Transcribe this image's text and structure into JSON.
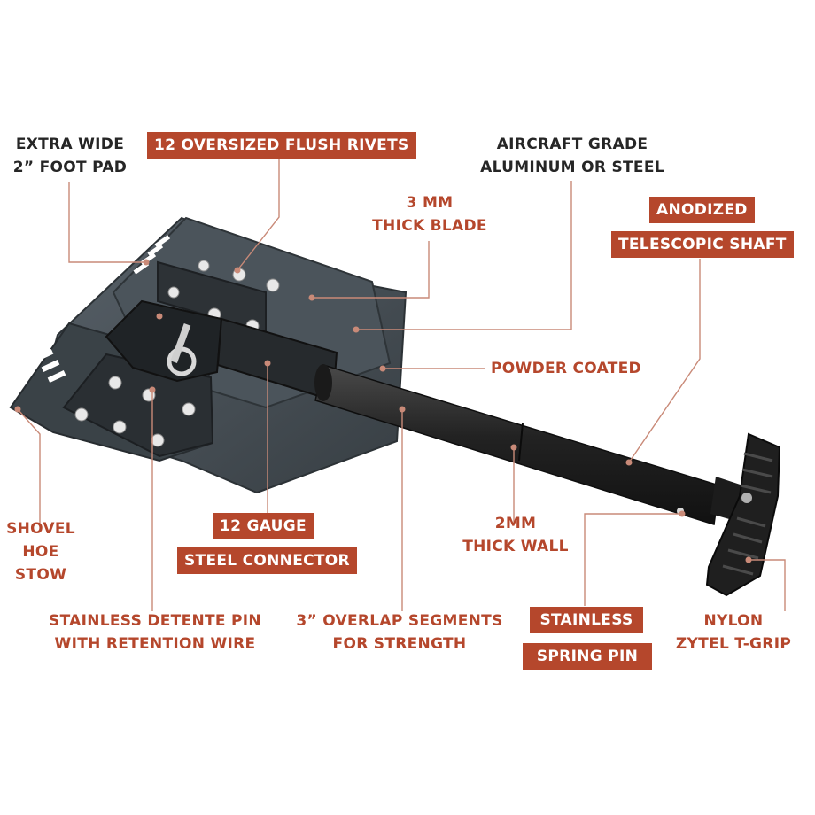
{
  "labels": {
    "extra_wide": [
      "EXTRA WIDE",
      "2” FOOT PAD"
    ],
    "rivets": "12 OVERSIZED FLUSH RIVETS",
    "aircraft": [
      "AIRCRAFT GRADE",
      "ALUMINUM OR STEEL"
    ],
    "blade": [
      "3 MM",
      "THICK BLADE"
    ],
    "anodized": "ANODIZED",
    "telescopic": "TELESCOPIC SHAFT",
    "powder": "POWDER COATED",
    "shovel_hoe_stow": [
      "SHOVEL",
      "HOE",
      "STOW"
    ],
    "gauge": "12 GAUGE",
    "steel_connector": "STEEL CONNECTOR",
    "wall": [
      "2MM",
      "THICK WALL"
    ],
    "detente": [
      "STAINLESS DETENTE PIN",
      "WITH RETENTION WIRE"
    ],
    "overlap": [
      "3” OVERLAP SEGMENTS",
      "FOR STRENGTH"
    ],
    "stainless": "STAINLESS",
    "spring_pin": "SPRING PIN",
    "nylon": [
      "NYLON",
      "ZYTEL T-GRIP"
    ]
  },
  "colors": {
    "accent": "#b5472c",
    "text_dark": "#262626",
    "blade": "#3e464b",
    "shaft": "#2b2b2b",
    "leader": "#c98a78"
  },
  "icons": [
    "rivet-icon"
  ]
}
